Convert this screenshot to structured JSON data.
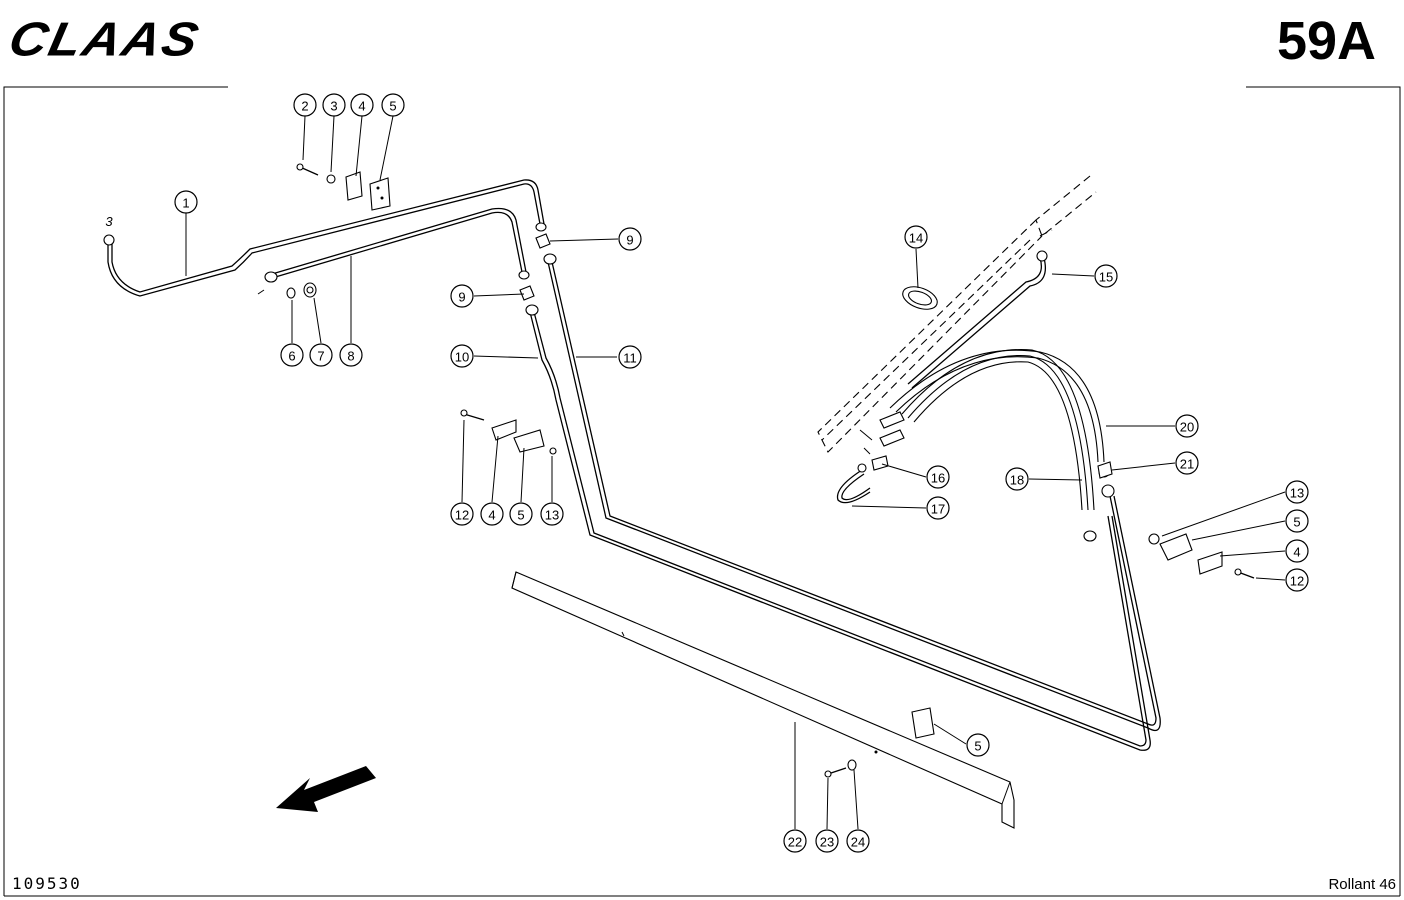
{
  "header": {
    "brand": "CLAAS",
    "page_number": "59A"
  },
  "footer": {
    "reference": "109530",
    "model": "Rollant 46"
  },
  "diagram": {
    "stray_mark": "3",
    "callouts": [
      "1",
      "2",
      "3",
      "4",
      "5",
      "6",
      "7",
      "8",
      "9",
      "9",
      "10",
      "11",
      "12",
      "4",
      "5",
      "13",
      "14",
      "15",
      "16",
      "17",
      "18",
      "20",
      "21",
      "13",
      "5",
      "4",
      "12",
      "5",
      "22",
      "23",
      "24"
    ]
  }
}
